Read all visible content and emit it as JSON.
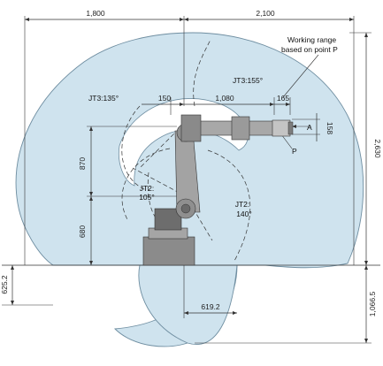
{
  "dimensions": {
    "top_left": "1,800",
    "top_right": "2,100",
    "d150": "150",
    "d1080": "1,080",
    "d165": "165",
    "d158": "158",
    "d870": "870",
    "d680": "680",
    "d2630": "2,630",
    "d625": "625.2",
    "d1066": "1,066.5",
    "d619": "619.2"
  },
  "labels": {
    "working_range_line1": "Working range",
    "working_range_line2": "based on point P",
    "jt3_left": "JT3:135°",
    "jt3_right": "JT3:155°",
    "jt2_left_line1": "JT2:",
    "jt2_left_line2": "105°",
    "jt2_right_line1": "JT2:",
    "jt2_right_line2": "140°",
    "point_a": "A",
    "point_p": "P"
  },
  "colors": {
    "range_fill": "#cfe3ee",
    "range_stroke": "#6f8ea1",
    "robot_body": "#9a9a9a",
    "robot_dark": "#5a5a5a",
    "line": "#333333"
  }
}
